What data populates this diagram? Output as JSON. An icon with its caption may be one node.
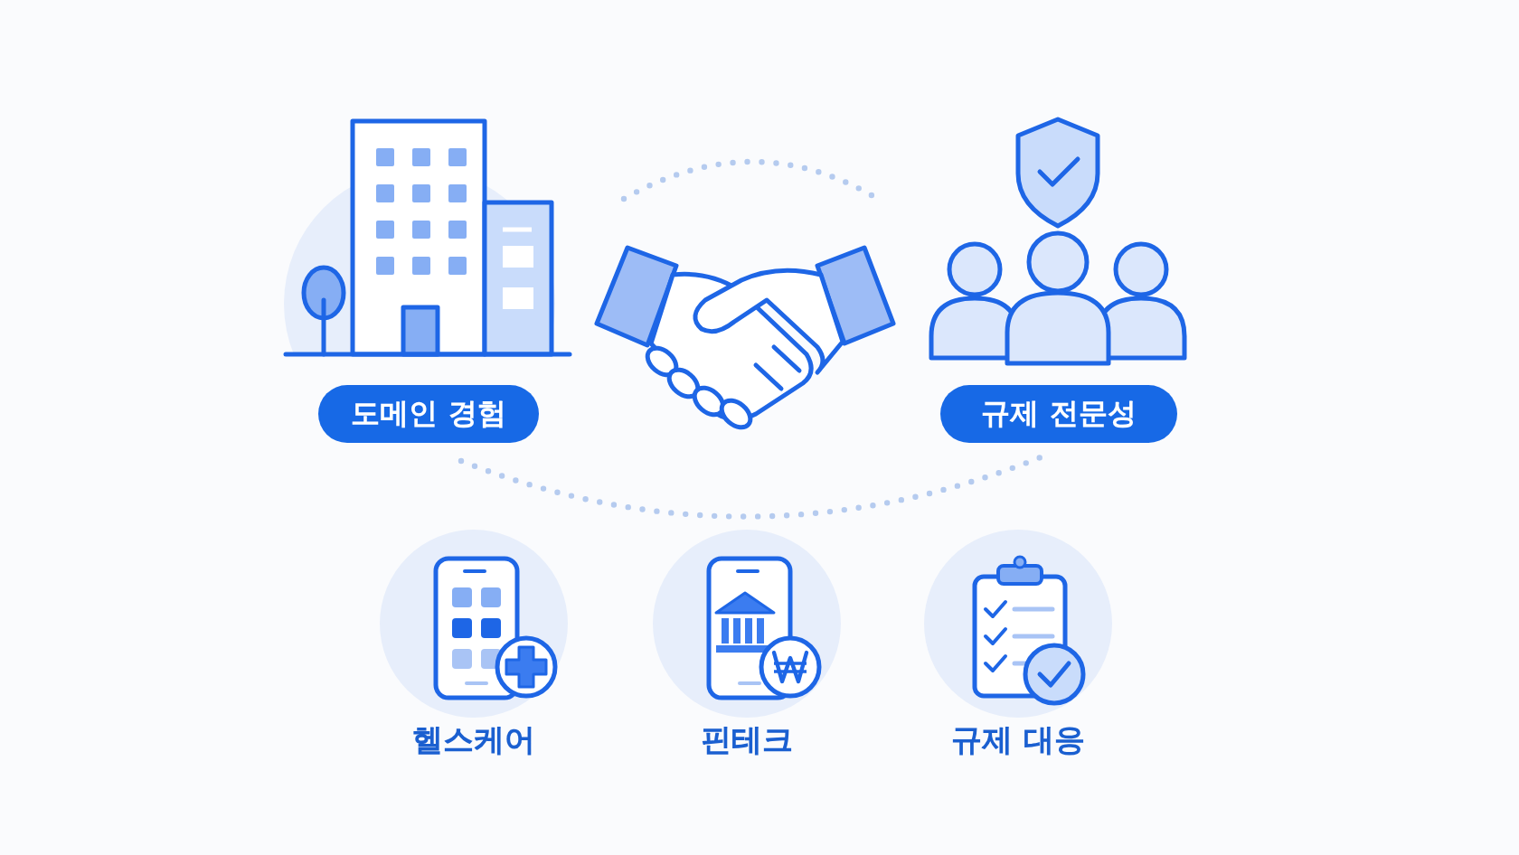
{
  "diagram": {
    "nodes": [
      {
        "text": [
          "도메인 경험"
        ]
      },
      {
        "text": [
          "규제 전문성"
        ]
      },
      {
        "text": [
          "헬스케어"
        ]
      },
      {
        "text": [
          "핀테크"
        ]
      },
      {
        "text": [
          "규제 대응"
        ]
      }
    ]
  }
}
